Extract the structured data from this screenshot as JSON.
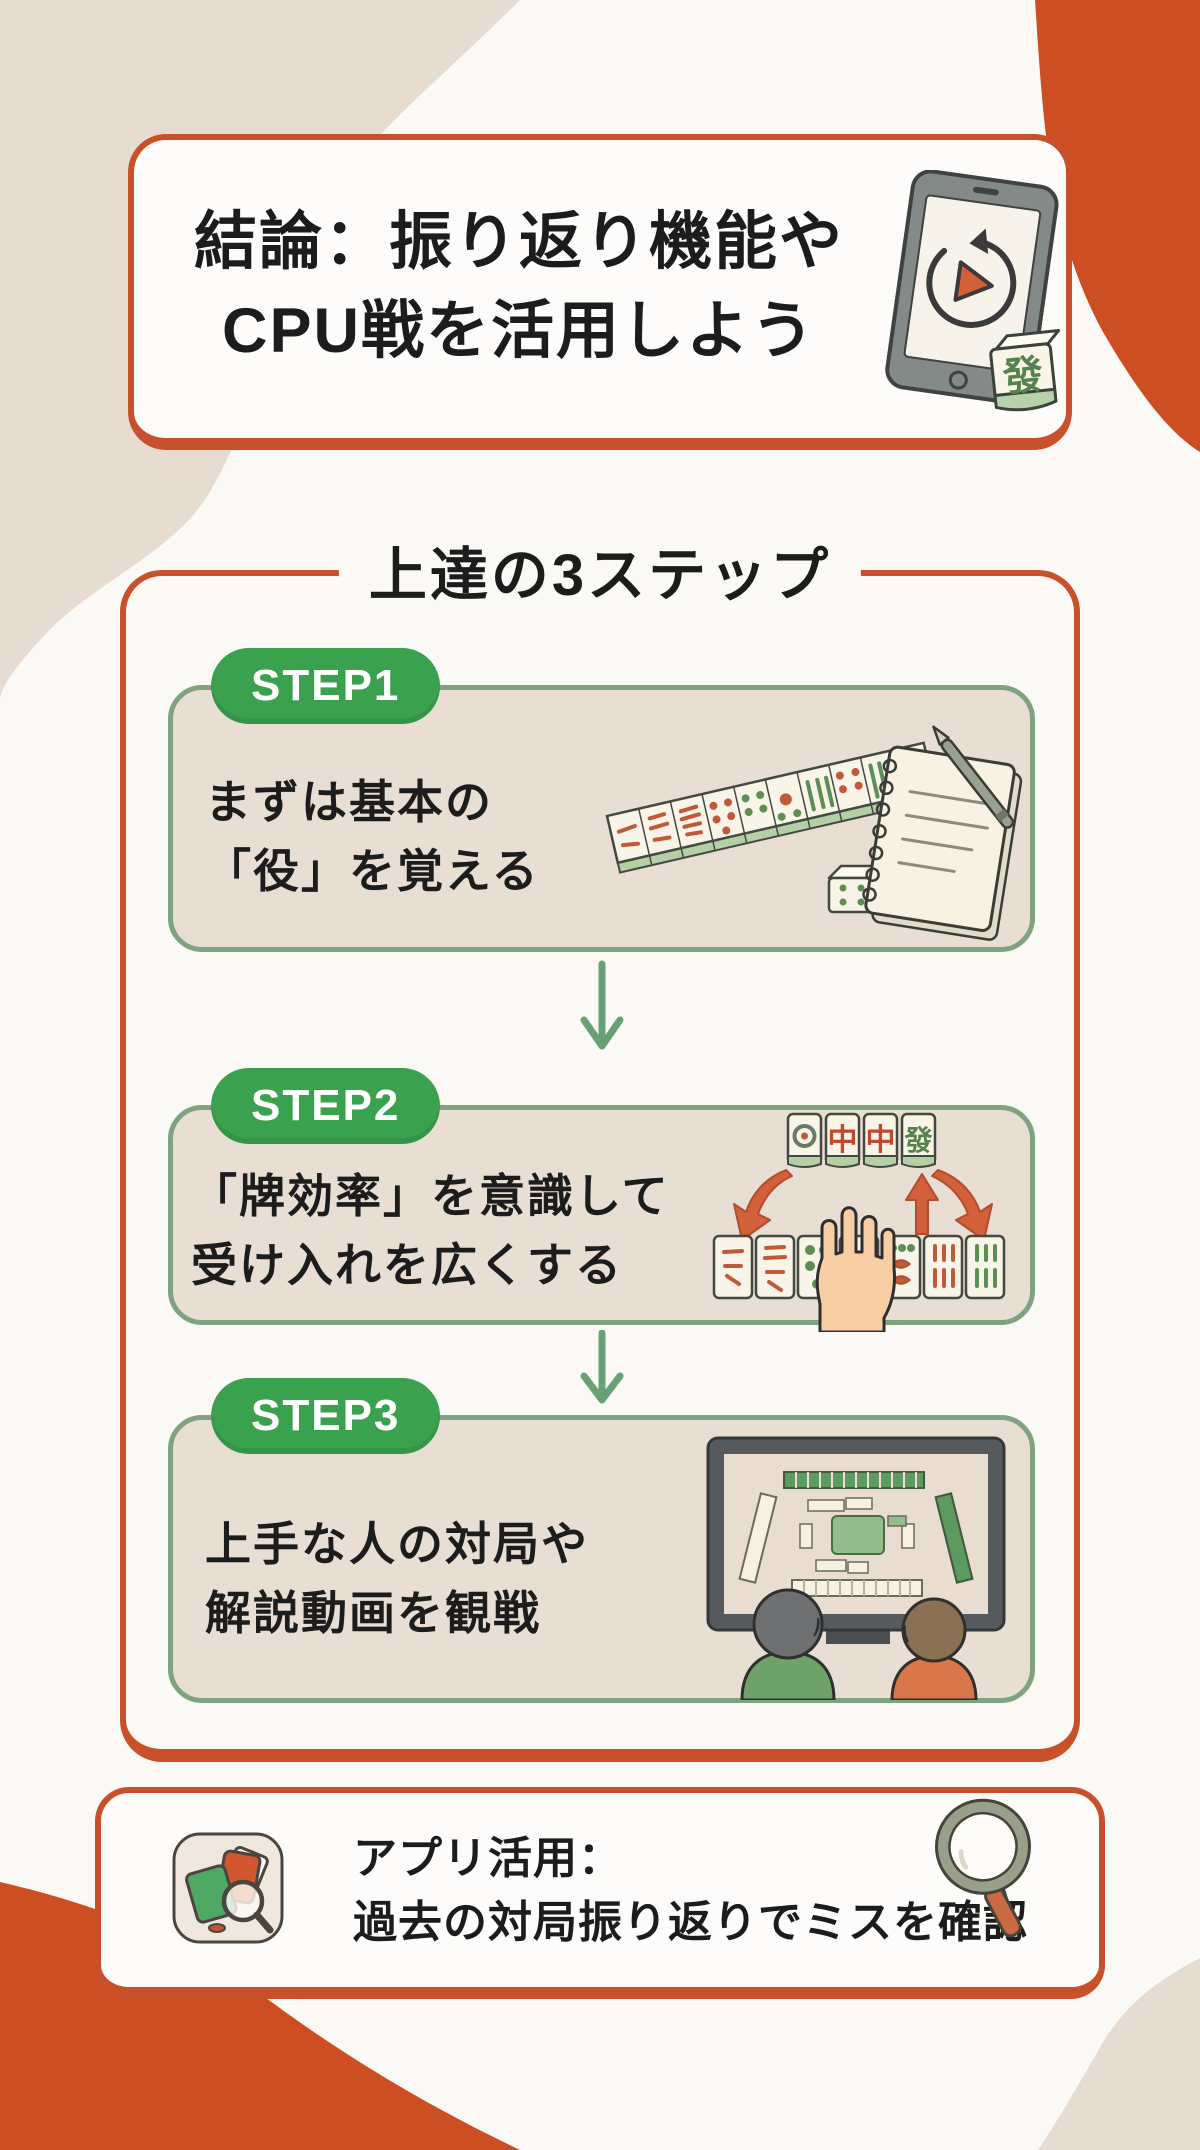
{
  "colors": {
    "accent": "#c8502b",
    "blob_orange": "#cd4e22",
    "bg_white": "#fbf9f6",
    "bg_beige": "#e7dcd1",
    "box_beige": "#e9ded4",
    "sage": "#7fa37f",
    "badge_green": "#3aa24e",
    "arrow_green": "#68a173",
    "ink": "#1c1c1c"
  },
  "header": {
    "title_line1": "結論：振り返り機能や",
    "title_line2": "CPU戦を活用しよう",
    "illustration": "tablet-with-replay-icon-and-mahjong-tile"
  },
  "steps_section": {
    "heading": "上達の3ステップ",
    "steps": [
      {
        "badge": "STEP1",
        "text_line1": "まずは基本の",
        "text_line2": "「役」を覚える",
        "illustration": "mahjong-tile-row-and-notebook"
      },
      {
        "badge": "STEP2",
        "text_line1": "「牌効率」を意識して",
        "text_line2": "受け入れを広くする",
        "illustration": "tile-exchange-arrows-and-hand"
      },
      {
        "badge": "STEP3",
        "text_line1": "上手な人の対局や",
        "text_line2": "解説動画を観戦",
        "illustration": "two-people-watching-mahjong-match-screen"
      }
    ]
  },
  "footer": {
    "text_line1": "アプリ活用：",
    "text_line2": "過去の対局振り返りでミスを確認",
    "app_icon": "mahjong-review-app-icon",
    "magnifier_icon": "magnifying-glass"
  },
  "tile_glyphs": {
    "chun": "中",
    "hatsu": "發"
  }
}
